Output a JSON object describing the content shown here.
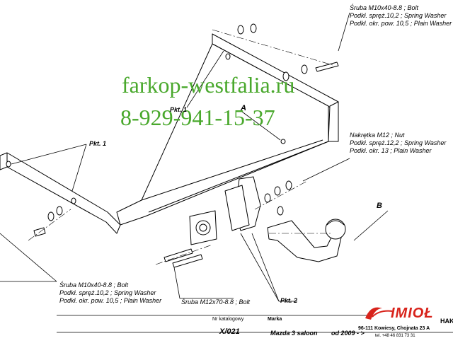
{
  "watermark": {
    "site": "farkop-westfalia.ru",
    "phone": "8-929-941-15-37",
    "color": "#49a82c"
  },
  "callouts": {
    "top_right": [
      "Śruba M10x40-8.8 ;  Bolt",
      "Podkł. spręż.10,2 ; Spring Washer",
      "Podkł. okr. pow. 10,5 ; Plain Washer"
    ],
    "right": [
      "Nakrętka  M12 ; Nut",
      "Podkł. spręż.12,2 ; Spring Washer",
      "Podkł. okr. 13 ; Plain Washer"
    ],
    "bottom_left": [
      "Śruba M10x40-8.8 ;  Bolt",
      "Podkł. spręż.10,2 ; Spring Washer",
      "Podkł. okr. pow. 10,5 ; Plain Washer"
    ],
    "bottom_bolt": "Śruba M12x70-8.8 ;  Bolt"
  },
  "labels": {
    "pkt1_top": "Pkt. 1",
    "pkt1_left": "Pkt. 1",
    "pkt2": "Pkt. 2",
    "a": "A",
    "b": "B"
  },
  "title_block": {
    "catalog_label": "Nr katalogowy",
    "make_label": "Marka",
    "catalog_no": "X/021",
    "model": "Mazda 3 saloon",
    "year": "od 2009 - >"
  },
  "brand": {
    "name": "IMIOŁ",
    "suffix": "HAK",
    "address": "96-111 Kowiesy, Chojnata 23 A",
    "phone": "tel. +48 46 831 73 31",
    "color": "#d8231b"
  }
}
